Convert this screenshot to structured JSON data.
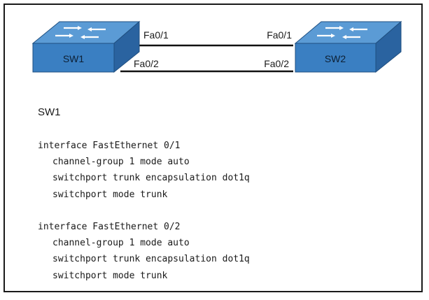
{
  "topology": {
    "switches": [
      {
        "id": "sw1",
        "label": "SW1"
      },
      {
        "id": "sw2",
        "label": "SW2"
      }
    ],
    "links": [
      {
        "id": "link-fa0-1",
        "left_port": "Fa0/1",
        "right_port": "Fa0/1"
      },
      {
        "id": "link-fa0-2",
        "left_port": "Fa0/2",
        "right_port": "Fa0/2"
      }
    ],
    "colors": {
      "switch_top": "#5b9bd5",
      "switch_front": "#3a7fc2",
      "switch_side": "#2a63a0",
      "switch_outline": "#1f4f80",
      "arrow": "#ffffff",
      "link": "#111111"
    }
  },
  "config": {
    "device": "SW1",
    "blocks": [
      {
        "header": "interface FastEthernet 0/1",
        "lines": [
          "channel-group 1 mode auto",
          "switchport trunk encapsulation dot1q",
          "switchport mode trunk"
        ]
      },
      {
        "header": "interface FastEthernet 0/2",
        "lines": [
          "channel-group 1 mode auto",
          "switchport trunk encapsulation dot1q",
          "switchport mode trunk"
        ]
      }
    ]
  }
}
